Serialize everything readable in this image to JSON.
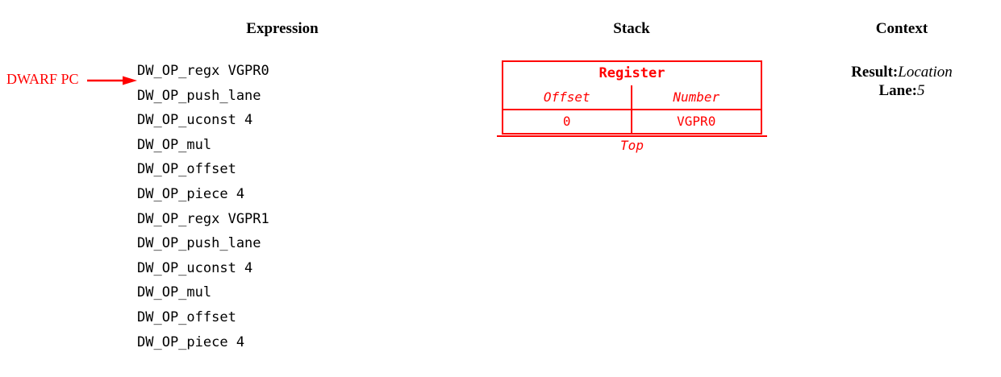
{
  "columns": {
    "expression_heading": "Expression",
    "stack_heading": "Stack",
    "context_heading": "Context"
  },
  "pointer": {
    "label": "DWARF PC",
    "target_line_index": 1,
    "color": "#ff0000"
  },
  "expression": {
    "lines": [
      "DW_OP_regx VGPR0",
      "DW_OP_push_lane",
      "DW_OP_uconst 4",
      "DW_OP_mul",
      "DW_OP_offset",
      "DW_OP_piece 4",
      "DW_OP_regx VGPR1",
      "DW_OP_push_lane",
      "DW_OP_uconst 4",
      "DW_OP_mul",
      "DW_OP_offset",
      "DW_OP_piece 4"
    ]
  },
  "stack": {
    "title": "Register",
    "subheaders": [
      "Offset",
      "Number"
    ],
    "rows": [
      [
        "0",
        "VGPR0"
      ]
    ],
    "top_label": "Top",
    "color": "#ff0000"
  },
  "context": {
    "entries": [
      {
        "key": "Result:",
        "value": "Location"
      },
      {
        "key": "Lane:",
        "value": "5"
      }
    ]
  }
}
